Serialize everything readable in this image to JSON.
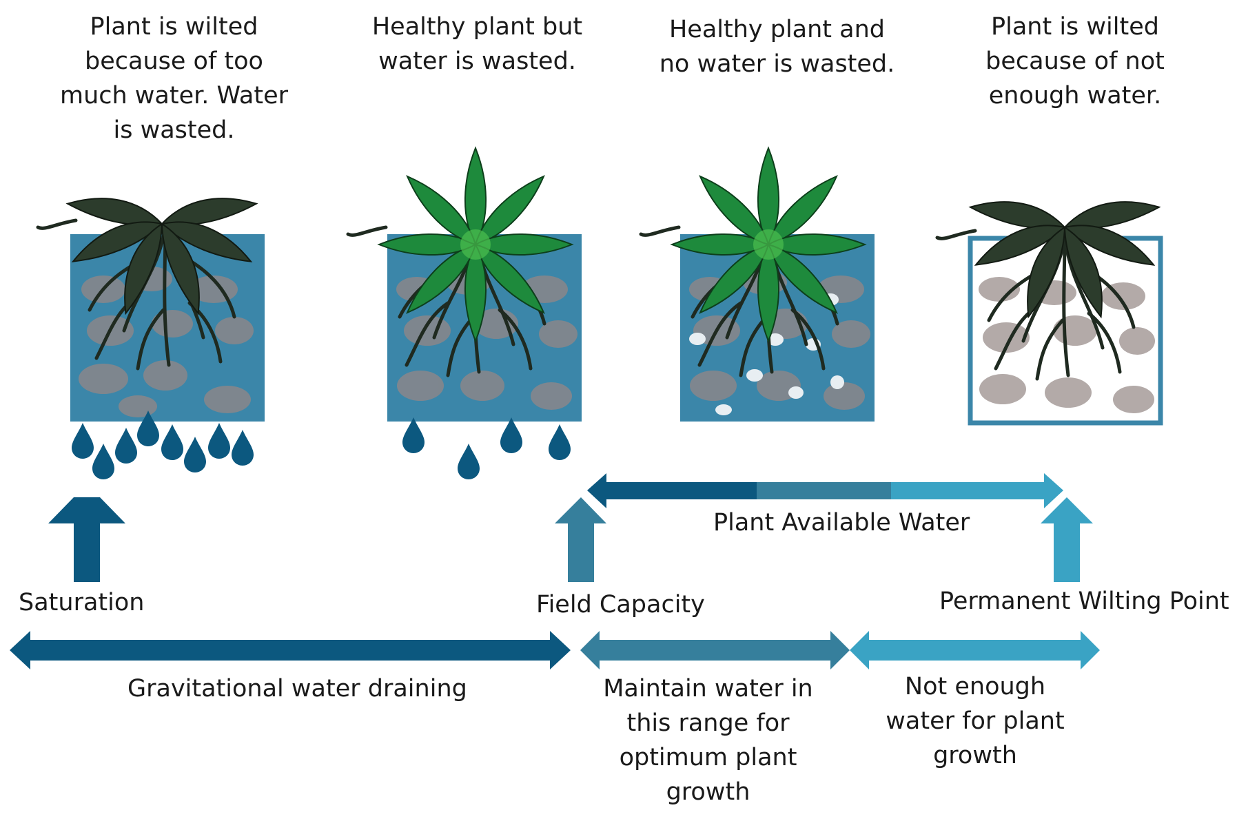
{
  "captions": {
    "saturation_state": "Plant is wilted\nbecause of too\nmuch water. Water\nis wasted.",
    "healthy_wasted_state": "Healthy plant but\nwater is wasted.",
    "healthy_optimal_state": "Healthy plant and\nno water is wasted.",
    "wilting_state": "Plant is wilted\nbecause of not\nenough water."
  },
  "thresholds": {
    "saturation": "Saturation",
    "field_capacity": "Field Capacity",
    "wilting_point": "Permanent Wilting Point"
  },
  "ranges": {
    "plant_available_water": "Plant Available Water",
    "gravitational": "Gravitational water draining",
    "optimum": "Maintain water in\nthis range for\noptimum plant\ngrowth",
    "not_enough": "Not enough\nwater for plant\ngrowth"
  },
  "colors": {
    "dark_blue": "#0c587f",
    "mid_blue": "#367f9c",
    "light_blue": "#3aa3c4",
    "soil_water": "#3b86a9",
    "leaf_dark": "#2c3c2c",
    "leaf_healthy": "#1e8a3c"
  }
}
